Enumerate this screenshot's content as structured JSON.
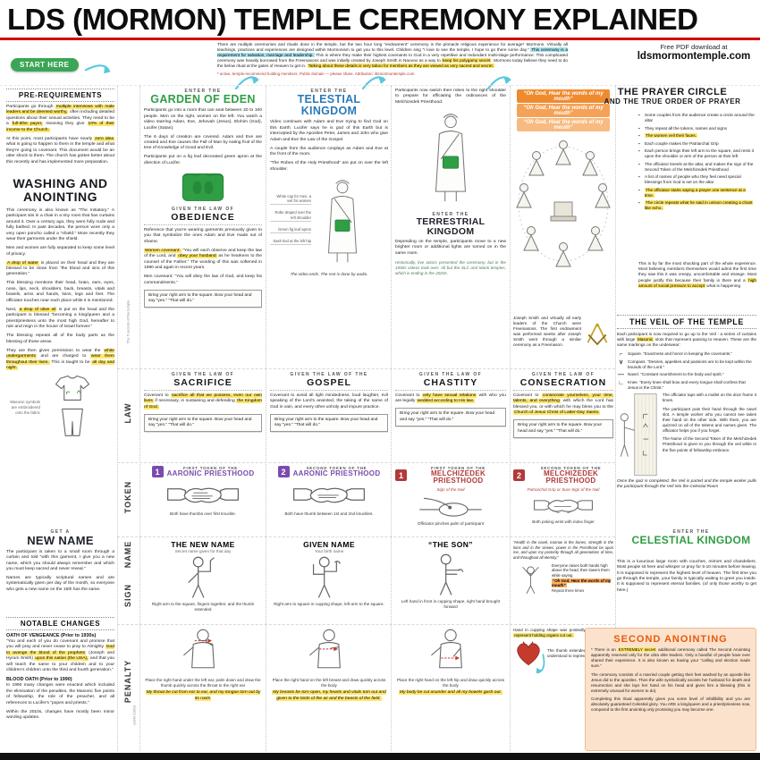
{
  "title": "LDS (MORMON) TEMPLE CEREMONY EXPLAINED",
  "header": {
    "intro": "There are multiple ceremonies and rituals done in the temple, but the two hour long “endowment” ceremony is the pinnacle religious experience for average* Mormons. Virtually all teachings, practices and experiences are designed within Mormonism to get you to this level. Children sing “I love to see the temple, I hope to go there some day.” ^^This ceremony is a requirement for salvation, marriage and leadership.^^ This is where they make their highest covenants to God in a very repetitive and redundant multi-stage performance. This complicated ceremony was heavily borrowed from the Freemasons and was initially created by Joseph Smith in Nauvoo as a way to ==keep his polygamy secret==. Mormons today believe they need to do the below ritual at the gates of Heaven to get in. ==Talking about these details is very taboo for members as they are viewed as very sacred and secret.==",
    "footnote": "* active, temple-recommend holding members. Public domain — please share. Attribution: ldsmormontemple.com",
    "pdf_line1": "Free PDF download at",
    "pdf_line2": "ldsmormontemple.com",
    "start_here": "START HERE"
  },
  "common": {
    "square_box": "Bring your right arm to the square. Bow your head and say “yes.” “That will do.”"
  },
  "strip": {
    "law": "LAW",
    "token": "TOKEN",
    "name": "NAME",
    "sign": "SIGN",
    "penalty": "PENALTY",
    "penalty_note": "(1842-1990)",
    "secrets_note": "The 5 secrets of the temple"
  },
  "prereq": {
    "title": "PRE-REQUIREMENTS",
    "paragraphs": [
      "Participants go through ==multiple interviews with male leaders and be deemed worthy,== often including detailed questions about their sexual activities. They need to be a ==full-tithe payer,== meaning they give ==10% of their income to the Church.==",
      "At this point, most participants have nearly ==zero idea== what is going to happen to them in the temple and what they're going to covenant. This document would be an utter shock to them. The church has gotten better about this recently and has implemented more preparation."
    ]
  },
  "washing": {
    "title": "WASHING AND ANOINTING",
    "paragraphs": [
      "This ceremony is also known as “The Initiatory.” A participant sits in a chair in a tiny room that has curtains around it. Over a century ago, they were fully nude and fully bathed. In past decades, the person wore only a very open poncho called a “shield.” More recently they wear their garments under the shield.",
      "Men and women are fully separated to keep some level of privacy.",
      "==A drop of water== is placed on their head and they are blessed to be clean from “the blood and sins of this generation.”",
      "This blessing mentions their head, brain, ears, eyes, nose, lips, neck, shoulders, back, breasts, vitals and bowels, arms and hands, loins, legs and feet. The officiator touches near each place while it is mentioned.",
      "Next, ==a drop of olive oil== is put on the head and the participant is blessed “becoming a king/queen and a priest/priestess unto the most high God, hereafter to rule and reign in the house of Israel forever.”",
      "The blessing repeats all of the body parts as the blessing of those areas.",
      "They are then given permission to wear the ==white undergarments== and are charged to ==wear them throughout their lives.== This is taught to be ==all day and night.=="
    ],
    "garment_caption": "Masonic symbols are embroidered onto the fabric"
  },
  "newname": {
    "kicker": "GET A",
    "title": "NEW NAME",
    "paragraphs": [
      "The participant is taken to a small room through a curtain and told “with this garment, I give you a new name, which you should always remember and which you must keep sacred and never reveal.”",
      "Names are typically scriptural names and are systematically given per day of the month, so everyone who gets a new name on the 15th has the same."
    ]
  },
  "notable": {
    "title": "NOTABLE CHANGES",
    "oath_title": "OATH OF VENGEANCE (Prior to 1930s)",
    "oath_text": "“You and each of you do covenant and promise that you will pray and never cease to pray to Almighty ==God to avenge the blood of the prophets== (Joseph and Hyrum Smith) ==upon this nation (the USA),== and that you will teach the same to your children and to your children's children unto the third and fourth generation.”",
    "blood_title": "BLOOD OATH (Prior to 1990)",
    "blood_text": "In 1990 many changes were enacted which included the elimination of the penalties, the Masonic five points of fellowship, the role of the preacher, and all references to Lucifer's “popes and priests.”",
    "recent_text": "Within the 2010s, changes have mostly been minor wording updates."
  },
  "garden": {
    "kicker": "ENTER THE",
    "title": "GARDEN OF EDEN",
    "paragraphs": [
      "Participants go into a room that can seat between 20 to 100 people. Men on the right, women on the left. You watch a video starring Adam, Eve, Jehovah (Jesus), Elohim (God), Lucifer (Satan).",
      "The 6 days of creation are covered. Adam and Eve are created and Eve causes the Fall of Man by eating fruit of the tree of Knowledge of Good and Evil.",
      "Participants put on a fig leaf decorated green apron at the direction of Lucifer."
    ],
    "law1": {
      "kicker": "GIVEN THE LAW OF",
      "title": "OBEDIENCE",
      "paragraphs": [
        "Reference that you're wearing garments previously given to you that symbolize the ones Adam and Eve made out of shame.",
        "==Women covenant:== “You will each observe and keep the law of the Lord, and ==obey your husband== as he hearkens to the counsel of the Father.” The wording of this was softened in 1990 and again in recent years.",
        "Men covenant: “You will obey the law of God, and keep his commandments.”"
      ]
    },
    "law2": {
      "kicker": "GIVEN THE LAW OF",
      "title": "SACRIFICE",
      "text": "Covenant to ==sacrifice all that we possess, even our own lives== if necessary, in sustaining and defending ==the Kingdom of God.=="
    },
    "token": {
      "number": "1",
      "kicker": "FIRST TOKEN OF THE",
      "title": "AARONIC PRIESTHOOD",
      "caption": "Both have thumbs over first knuckle."
    },
    "name": {
      "title": "THE NEW NAME",
      "subtitle": "Secret name given for that day",
      "caption": "Right arm to the square, fingers together, and the thumb extended"
    },
    "penalty": {
      "caption": "Place the right hand under the left ear, palm down and draw the thumb quickly across the throat to the right ear",
      "quote": "==My throat be cut from ear to ear, and my tongue torn out by its roots=="
    }
  },
  "telestial": {
    "kicker": "ENTER THE",
    "title": "TELESTIAL KINGDOM",
    "paragraphs": [
      "Video continues with Adam and Eve trying to find God on this Earth. Lucifer says he is god of this Earth but is intercepted by the Apostles Peter, James and John who give Adam and Eve the Law of the Gospel.",
      "A couple from the audience cosplays as Adam and Eve at the front of the room.",
      "“The Robes of the Holy Priesthood” are put on over the left shoulder."
    ],
    "callouts": [
      "White cap for men, a veil for women",
      "Robe draped over the left shoulder",
      "Green fig leaf apron",
      "Sash tied at the left hip"
    ],
    "video_note": "The video ends. The rest is done by audio.",
    "law": {
      "kicker": "GIVEN THE LAW OF THE",
      "title": "GOSPEL",
      "text": "Covenant to avoid all light mindedness, loud laughter, evil speaking of the Lord's anointed, the taking of the name of God in vain, and every other unholy and impure practice."
    },
    "token": {
      "number": "2",
      "kicker": "SECOND TOKEN OF THE",
      "title": "AARONIC PRIESTHOOD",
      "caption": "Both have thumb between 1st and 2nd knuckles."
    },
    "name": {
      "title": "GIVEN NAME",
      "subtitle": "Your birth name",
      "caption": "Right arm to square in cupping shape, left arm to the square."
    },
    "penalty": {
      "caption": "Place the right hand on the left breast and draw quickly across the body",
      "quote": "==My breasts be torn open, my hearts and vitals torn out and given to the birds of the air and the beasts of the field.=="
    }
  },
  "terrestrial": {
    "intro": "Participants now switch their robes to the right shoulder to prepare for officiating the ordinances of the Melchizedek Priesthood.",
    "kicker": "ENTER THE",
    "title": "TERRESTRIAL KINGDOM",
    "paragraphs": [
      "Depending on the temple, participants move to a new brighter room or additional lights are turned on in the same room."
    ],
    "note": "Historically, live actors presented the ceremony, but in the 1950s videos took over. All but the SLC and Manti temples, which is ending in the 2020s.",
    "law": {
      "kicker": "GIVEN THE LAW OF",
      "title": "CHASTITY",
      "text": "Covenant to ==only have sexual relations== with who you are legally ==wedded according to His law.=="
    },
    "token": {
      "number": "1",
      "kicker": "FIRST TOKEN OF THE",
      "title": "MELCHIZEDEK PRIESTHOOD",
      "subtitle": "Sign of the Nail",
      "caption": "Officiator pinches palm of participant"
    },
    "name": {
      "title": "“THE SON”",
      "caption": "Left hand in front in cupping shape, right hand brought forward"
    },
    "penalty": {
      "caption": "Place the right hand on the left hip and draw quickly across the body",
      "quote": "==My body be cut asunder and all my bowels gush out.=="
    }
  },
  "prayer": {
    "quotes": [
      "“Oh God, Hear the words of my mouth”",
      "“Oh God, Hear the words of my mouth”",
      "“Oh God, Hear the words of my mouth”"
    ],
    "title1": "THE PRAYER CIRCLE",
    "title2": "AND THE TRUE ORDER OF PRAYER",
    "bullets": [
      "Some couples from the audience create a circle around the altar",
      "They repeat all the tokens, names and signs",
      "==The women veil their faces.==",
      "Each couple makes the Patriarchal Grip",
      "Each person brings their left arm to the square, and rests it upon the shoulder or arm of the person at their left",
      "The officiator kneels at the altar, and makes the sign of the Second Token of the Melchizedek Priesthood",
      "A list of names of people who they feel need special blessings from God is set on the altar",
      "==The officiator starts saying a prayer one sentence at a time.==",
      "==The circle repeats what he said in unison creating a chant like echo.=="
    ],
    "shocking": "This is by far the most shocking part of the whole experience. Most believing members themselves would admit the first time they saw this it was creepy, uncomfortable and strange. Most people justify this because their family is there and a ==high amount of social pressure to accept== what is happening",
    "masonic": "Joseph Smith and virtually all early leaders of the Church were Freemasons. The first endowment was performed weeks after Joseph Smith went through a similar ceremony as a Freemason."
  },
  "consecration": {
    "law": {
      "kicker": "GIVEN THE LAW OF",
      "title": "CONSECRATION",
      "text": "Covenant to ==consecrate yourselves, your time, talents, and everything== with which the Lord has blessed you, or with which he may bless you to the ==Church of Jesus Christ of Latter-Day Saints.=="
    },
    "token": {
      "number": "2",
      "kicker": "SECOND TOKEN OF THE",
      "title": "MELCHIZEDEK PRIESTHOOD",
      "subtitle": "Patriarchal Grip or Sure Sign of the Nail",
      "caption": "Both poking wrist with index finger"
    },
    "sign": {
      "quote": "“Health in the navel, marrow in the bones, strength in the loins and in the sinews, power in the Priesthood be upon me, and upon my posterity through all generations of time, and throughout all eternity.”",
      "instruction": "Everyone raises both hands high above the head, then lowers them while saying",
      "chant": "~~“Oh God, Hear the words of my mouth”~~",
      "repeat": "Repeat three times"
    },
    "penalty": {
      "text1": "Hand in cupping shape was pointedly understood to ==represent holding organs cut out.==",
      "text2": "The thumb extended was generally understood to represent a ==knife.=="
    }
  },
  "veil": {
    "title": "THE VEIL OF THE TEMPLE",
    "intro": "Each participant is now required to go up to the Veil : a series of curtains with large ==Masonic== slots that represent passing to Heaven. These are the same markings on the underwear:",
    "marks": [
      {
        "glyph": "⌐",
        "text": "Square. “Exactness and honor in keeping the covenants.”"
      },
      {
        "glyph": "∨",
        "text": "Compass. “Desires, appetites and passions are to be kept within the bounds of the Lord.”"
      },
      {
        "glyph": "―",
        "text": "Navel. “Constant nourishment to the body and spirit.”"
      },
      {
        "glyph": "∟",
        "text": "Knee. “Every knee shall bow and every tongue shall confess that Jesus is the Christ.”"
      }
    ],
    "steps": [
      "The officiator taps with a mallet on the door frame 3 times.",
      "The participant puts their hand through the navel slot. A temple worker who you cannot see takes their hand on the other side. With them, you are quizzed on all of the tokens and names given. The officiator helps you if you forget.",
      "The Name of the Second Token of the Melchizedek Priesthood is given to you through the veil while in the five points of fellowship embrace."
    ],
    "outro": "Once the quiz is completed, the Veil is parted and the temple worker pulls the participant through the Veil into the Celestial Room"
  },
  "celestial": {
    "kicker": "ENTER THE",
    "title": "CELESTIAL KINGDOM",
    "text": "This is a luxurious large room with couches, mirrors and chandeliers. Most people sit here and whisper or pray for 5-10 minutes before leaving. It is supposed to represent the highest level of heaven. The first time you go through the temple, your family is typically waiting to greet you inside. It is supposed to represent eternal families. (of only those worthy to get here.)"
  },
  "second": {
    "title": "SECOND ANOINTING",
    "paragraphs": [
      "* There is an ==EXTREMELY secret== additional ceremony called The Second Anointing apparently reserved only for the ultra elite leaders. Only a handful of people have ever shared their experience. It is also known as having your “calling and election made sure.”",
      "The ceremony consists of a married couple getting their feet washed by an apostle like Jesus did to the apostles. Then the wife symbolically anoints her husband for death and resurrection and she lays her hand on his head and gives him a blessing (this is extremely unusual for women to do).",
      "Completing this ritual apparently gives you some level of infallibility and you are absolutely guaranteed Celestial glory. You ARE a king/queen and a priest/priestess now, compared to the first anointing only promising you may become one."
    ]
  }
}
